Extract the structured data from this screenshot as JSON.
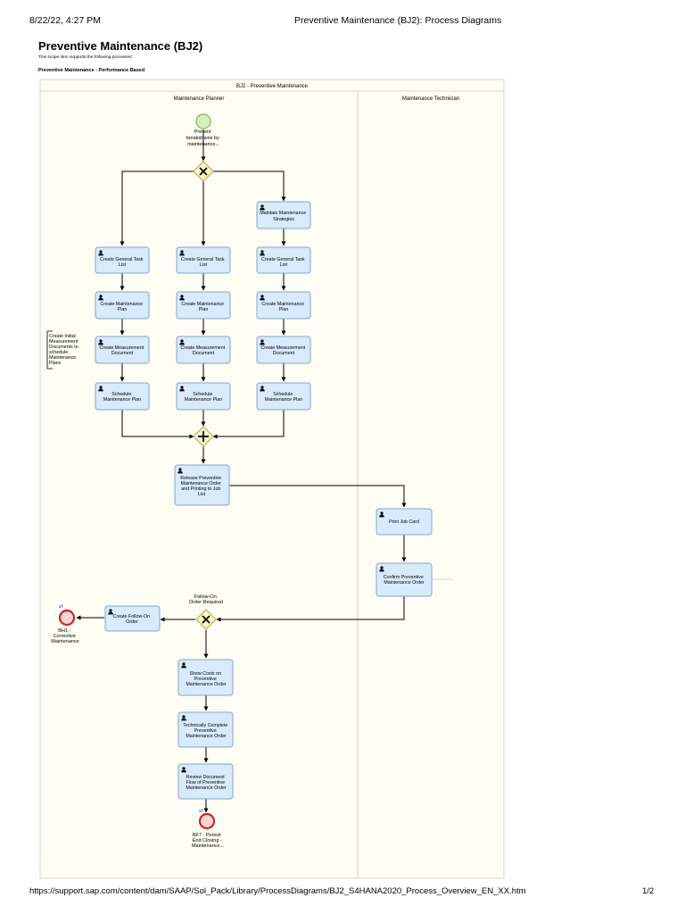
{
  "header": {
    "datetime": "8/22/22, 4:27 PM",
    "doc_title": "Preventive Maintenance (BJ2): Process Diagrams"
  },
  "page": {
    "title": "Preventive Maintenance (BJ2)",
    "subtitle": "This scope item supports the following processes:",
    "section": "Preventive Maintenance - Performance Based"
  },
  "diagram": {
    "pool_title": "BJ2 - Preventive Maintenance",
    "lanes": [
      "Maintenance Planner",
      "Maintenance Technician"
    ],
    "start_event": [
      "Prevent",
      "breakdowns by",
      "maintenance..."
    ],
    "annotation": [
      "Create Initial",
      "Measurement",
      "Documents to",
      "schedule",
      "Maintenance",
      "Plans"
    ],
    "tasks": {
      "maintain_strategies": [
        "Maintain Maintenance",
        "Strategies"
      ],
      "general_task_list": [
        "Create General Task",
        "List"
      ],
      "maintenance_plan": [
        "Create Maintenance",
        "Plan"
      ],
      "measurement_document": [
        "Create Measurement",
        "Document"
      ],
      "schedule_plan": [
        "Schedule",
        "Maintenance Plan"
      ],
      "release_order": [
        "Release Preventive",
        "Maintenance Order",
        "and Printing to Job",
        "List"
      ],
      "print_job_card": [
        "Print Job Card"
      ],
      "confirm_order": [
        "Confirm Preventive",
        "Maintenance Order"
      ],
      "create_follow_on": [
        "Create Follow-On",
        "Order"
      ],
      "show_costs": [
        "Show Costs on",
        "Preventive",
        "Maintenance Order"
      ],
      "technically_complete": [
        "Technically Complete",
        "Preventive",
        "Maintenance Order"
      ],
      "review_flow": [
        "Review Document",
        "Flow of Preventive",
        "Maintenance Order"
      ]
    },
    "gateway_label": [
      "Follow-On",
      "Order Required"
    ],
    "end_events": {
      "bh1": [
        "BH1 -",
        "Corrective",
        "Maintenance"
      ],
      "bf7": [
        "BF7 - Period-",
        "End Closing -",
        "Maintenance..."
      ]
    }
  },
  "footer": {
    "url": "https://support.sap.com/content/dam/SAAP/Sol_Pack/Library/ProcessDiagrams/BJ2_S4HANA2020_Process_Overview_EN_XX.htm",
    "page_number": "1/2"
  }
}
